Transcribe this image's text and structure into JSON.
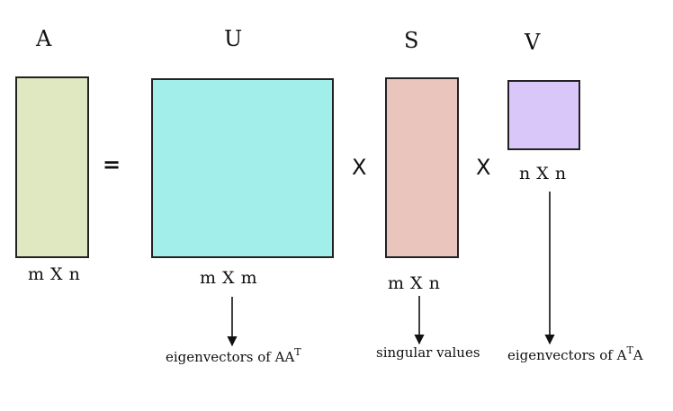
{
  "matrices": {
    "a": {
      "name": "A",
      "dims": "m X n",
      "fill": "#dfe8c0"
    },
    "u": {
      "name": "U",
      "dims": "m X m",
      "fill": "#a2eeea"
    },
    "s": {
      "name": "S",
      "dims": "m X n",
      "fill": "#e9c5bd"
    },
    "v": {
      "name": "V",
      "dims": "n X n",
      "fill": "#dac7fa"
    }
  },
  "operators": {
    "equals": "=",
    "times_1": "X",
    "times_2": "X"
  },
  "notes": {
    "u": {
      "text": "eigenvectors of AA",
      "sup": "T"
    },
    "s": {
      "text": "singular values"
    },
    "v": {
      "pre": "eigenvectors of A",
      "sup": "T",
      "post": "A"
    }
  }
}
